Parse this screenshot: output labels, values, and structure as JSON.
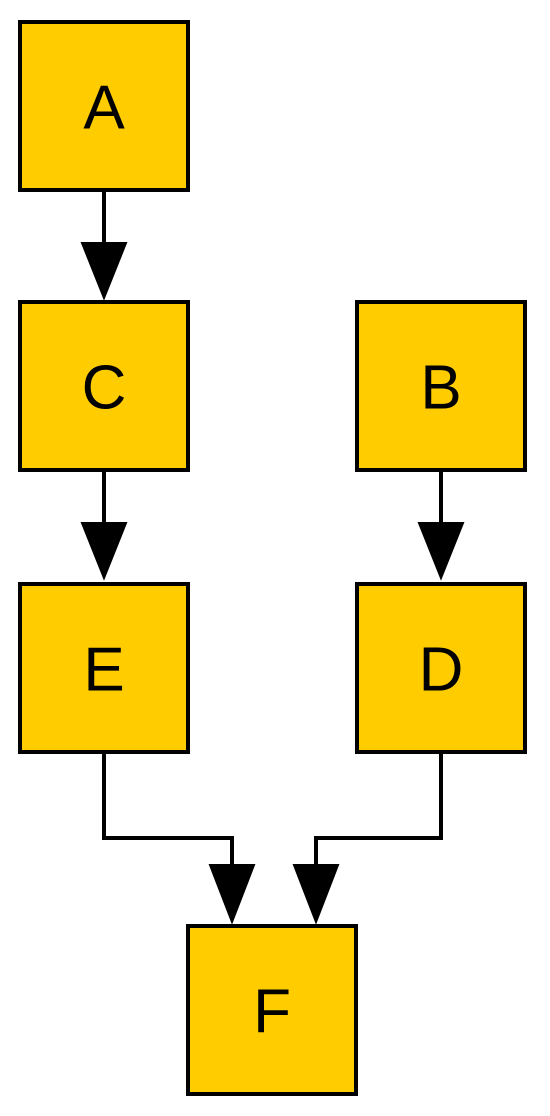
{
  "diagram": {
    "type": "flowchart",
    "node_fill": "#ffcc00",
    "node_stroke": "#000000",
    "edge_color": "#000000",
    "nodes": {
      "A": {
        "label": "A"
      },
      "B": {
        "label": "B"
      },
      "C": {
        "label": "C"
      },
      "D": {
        "label": "D"
      },
      "E": {
        "label": "E"
      },
      "F": {
        "label": "F"
      }
    },
    "edges": [
      {
        "from": "A",
        "to": "C"
      },
      {
        "from": "C",
        "to": "E"
      },
      {
        "from": "B",
        "to": "D"
      },
      {
        "from": "E",
        "to": "F"
      },
      {
        "from": "D",
        "to": "F"
      }
    ]
  }
}
